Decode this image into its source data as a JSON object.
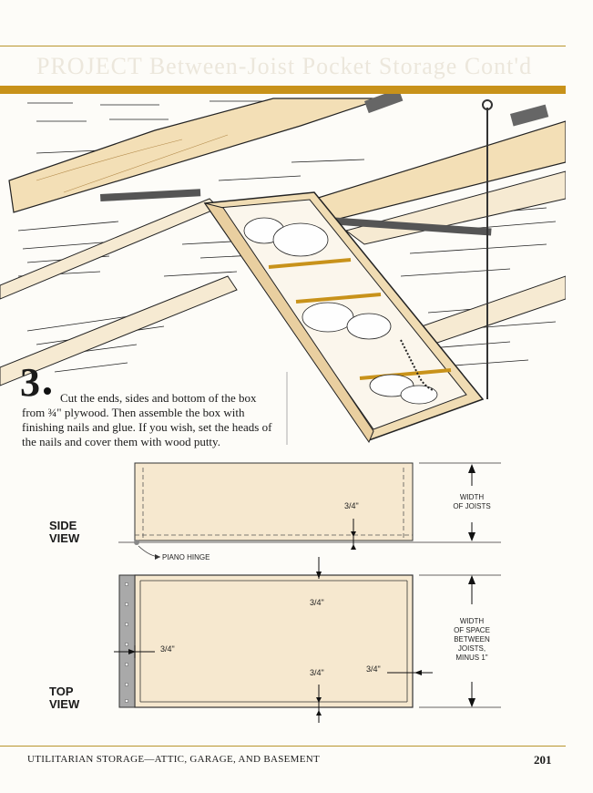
{
  "header": {
    "faded_title": "PROJECT Between-Joist Pocket Storage Cont'd"
  },
  "step": {
    "number": "3",
    "text": "Cut the ends, sides and bottom of the box from ¾\" plywood. Then assemble the box with finishing nails and glue. If you wish, set the heads of the nails and cover them with wood putty."
  },
  "diagram": {
    "side_view_label_1": "SIDE",
    "side_view_label_2": "VIEW",
    "top_view_label_1": "TOP",
    "top_view_label_2": "VIEW",
    "piano_hinge": "PIANO HINGE",
    "width_of_joists_1": "WIDTH",
    "width_of_joists_2": "OF JOISTS",
    "space_1": "WIDTH",
    "space_2": "OF SPACE",
    "space_3": "BETWEEN",
    "space_4": "JOISTS,",
    "space_5": "MINUS 1\"",
    "three_quarter": "3/4\""
  },
  "footer": {
    "section": "UTILITARIAN STORAGE—ATTIC, GARAGE, AND BASEMENT",
    "page": "201"
  },
  "colors": {
    "gold": "#c8921a",
    "wood": "#f3dfb6",
    "plywood": "#f6e8cf",
    "hinge": "#a9a9a9"
  }
}
